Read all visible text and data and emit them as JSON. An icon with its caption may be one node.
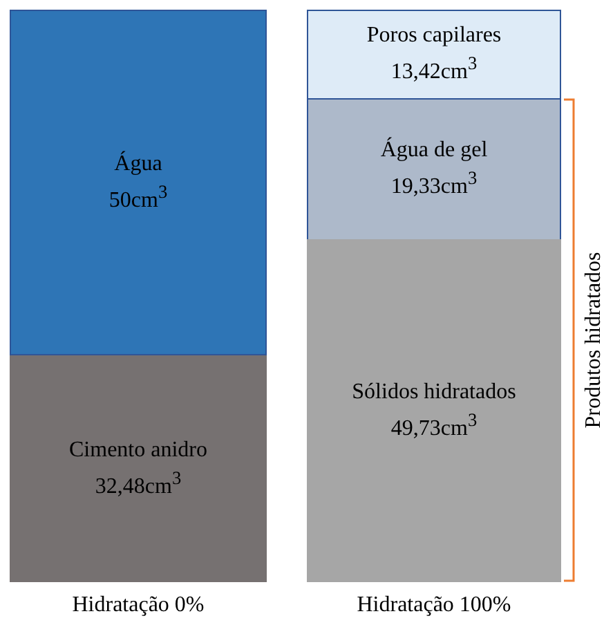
{
  "diagram": {
    "nodes": [
      {
        "text": [
          "Água",
          "50cm$^{3}$"
        ]
      },
      {
        "text": [
          "Cimento anidro",
          "32,48cm$^{3}$"
        ]
      },
      {
        "text": [
          "Poros capilares",
          "13,42cm$^{3}$"
        ]
      },
      {
        "text": [
          "Água de gel",
          "19,33cm$^{3}$"
        ]
      },
      {
        "text": [
          "Sólidos hidratados",
          "49,73cm$^{3}$"
        ]
      }
    ],
    "edges": [],
    "labels": [
      "Produtos hidratados",
      "Hidratação 0%",
      "Hidratação 100%"
    ]
  }
}
